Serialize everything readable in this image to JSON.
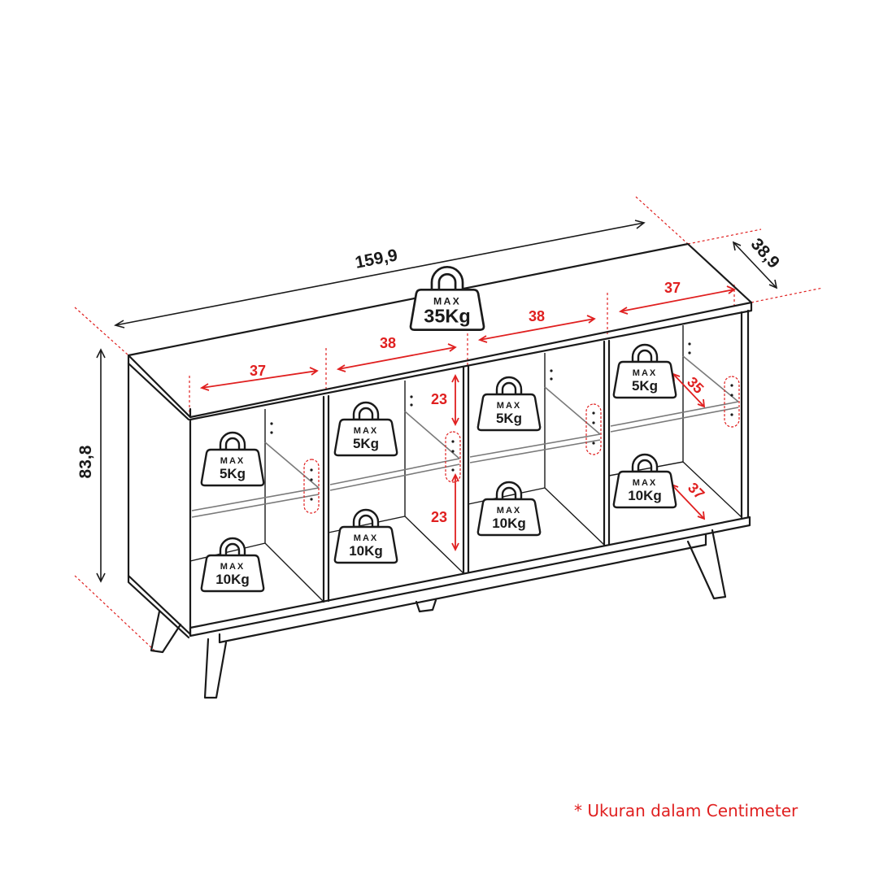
{
  "dimensions": {
    "width": "159,9",
    "depth": "38,9",
    "height": "83,8",
    "compartment_1_width": "37",
    "compartment_2_width": "38",
    "compartment_3_width": "38",
    "compartment_4_width": "37",
    "shelf_depth_upper": "35",
    "shelf_depth_lower": "37",
    "upper_height": "23",
    "lower_height": "23"
  },
  "weights": {
    "max_label": "MAX",
    "top": "35Kg",
    "c1_upper": "5Kg",
    "c1_lower": "10Kg",
    "c2_upper": "5Kg",
    "c2_lower": "10Kg",
    "c3_upper": "5Kg",
    "c3_lower": "10Kg",
    "c4_upper": "5Kg",
    "c4_lower": "10Kg"
  },
  "note": "* Ukuran dalam Centimeter",
  "colors": {
    "line": "#1a1a1a",
    "accent": "#e02020",
    "shelf": "#7a7a7a"
  }
}
